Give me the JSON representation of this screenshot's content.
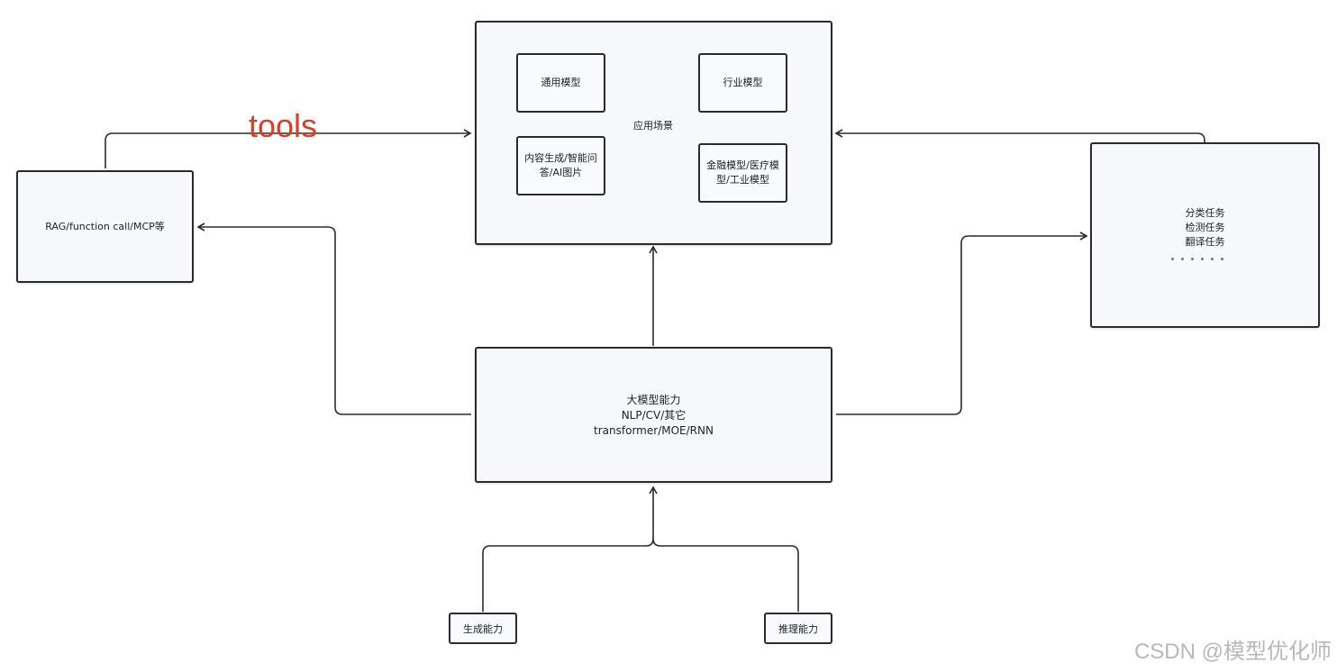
{
  "annotation": {
    "tools": "tools"
  },
  "app_scenario": {
    "title": "应用场景",
    "general_model": "通用模型",
    "industry_model": "行业模型",
    "content_gen_line1": "内容生成/智能问",
    "content_gen_line2": "答/AI图片",
    "finance_line1": "金融模型/医疗模",
    "finance_line2": "型/工业模型"
  },
  "rag": {
    "label": "RAG/function call/MCP等"
  },
  "tasks": {
    "line1": "分类任务",
    "line2": "检测任务",
    "line3": "翻译任务"
  },
  "core": {
    "line1": "大模型能力",
    "line2": "NLP/CV/其它",
    "line3": "transformer/MOE/RNN"
  },
  "gen": {
    "label": "生成能力"
  },
  "reason": {
    "label": "推理能力"
  },
  "watermark": "CSDN @模型优化师",
  "colors": {
    "annotation": "#d4402a",
    "border": "#2b2b2b",
    "fill": "#f6f8fc"
  }
}
